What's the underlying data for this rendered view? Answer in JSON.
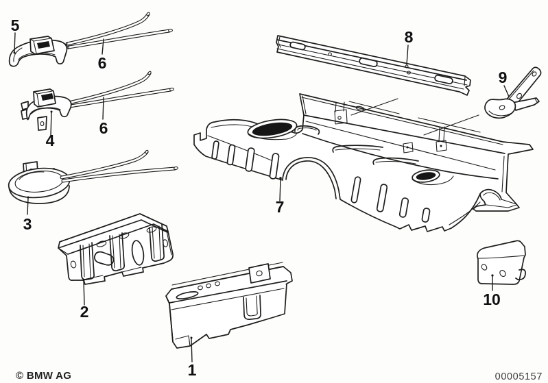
{
  "diagram": {
    "callouts": [
      {
        "label": "5"
      },
      {
        "label": "6"
      },
      {
        "label": "6"
      },
      {
        "label": "4"
      },
      {
        "label": "3"
      },
      {
        "label": "2"
      },
      {
        "label": "1"
      },
      {
        "label": "7"
      },
      {
        "label": "8"
      },
      {
        "label": "9"
      },
      {
        "label": "10"
      }
    ],
    "footer": {
      "copyright": "© BMW AG",
      "document_number": "00005157"
    },
    "colors": {
      "background": "#fdfdfc",
      "ink": "#1d1d1b"
    }
  }
}
